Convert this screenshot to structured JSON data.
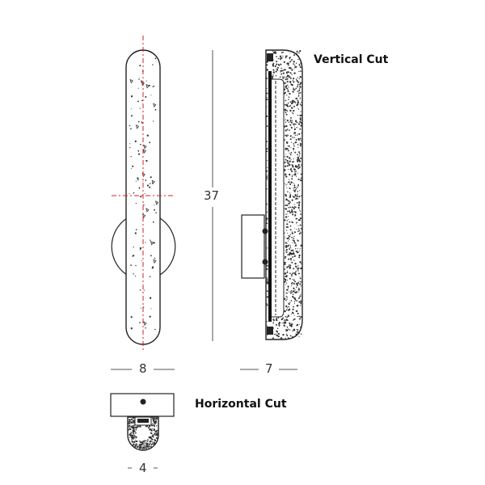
{
  "labels": {
    "vertical_cut": "Vertical Cut",
    "horizontal_cut": "Horizontal Cut"
  },
  "dimensions": {
    "height": "37",
    "front_width": "8",
    "side_depth": "7",
    "section_width": "4"
  },
  "colors": {
    "line": "#222222",
    "centerline": "#d42020",
    "dim_line": "#555555",
    "speckle": "#333333"
  }
}
